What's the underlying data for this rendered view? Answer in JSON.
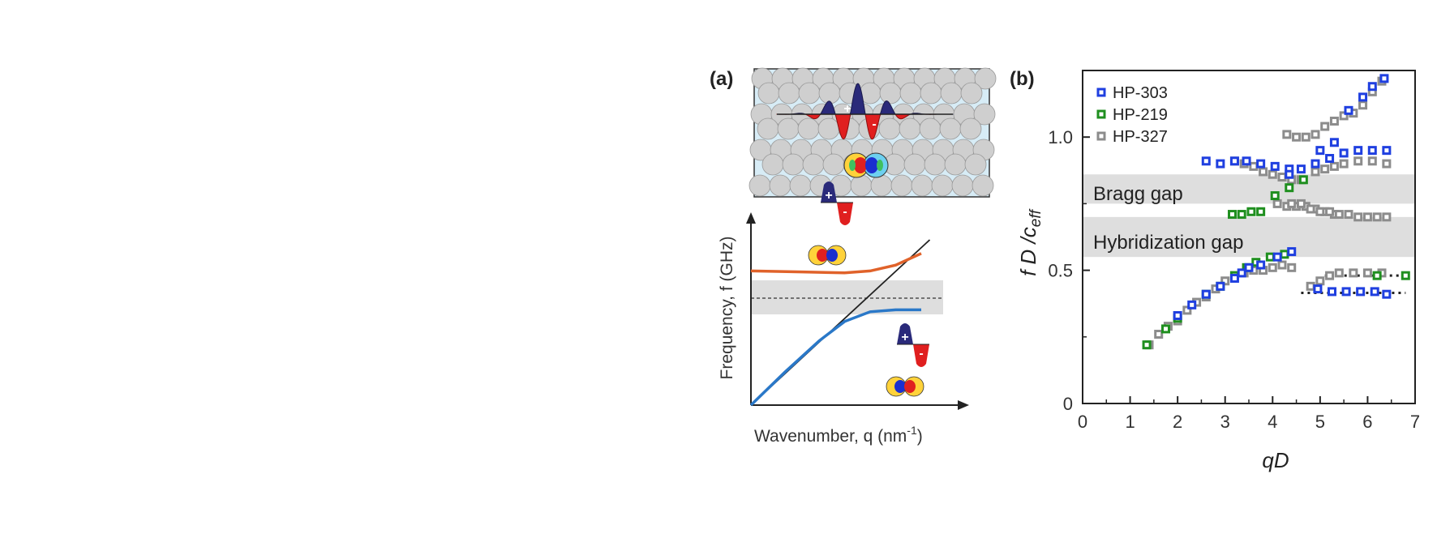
{
  "panel_a": {
    "label": "(a)",
    "ylabel": "Frequency, f (GHz)",
    "xlabel": "Wavenumber, q (nm",
    "xlabel_sup": "-1",
    "xlabel_end": ")",
    "signs": {
      "plus": "+",
      "minus": "-"
    }
  },
  "panel_b": {
    "label": "(b)",
    "bragg_gap_label": "Bragg gap",
    "hybridization_gap_label": "Hybridization gap"
  },
  "colors": {
    "hp303": "#1f3fe0",
    "hp219": "#1f8f1f",
    "hp327": "#8c8c8c",
    "gap_band": "#dedede",
    "upper_branch": "#e0622a",
    "lower_branch": "#2a78c8",
    "light_line": "#222222",
    "wave_positive": "#2a2a7a",
    "wave_negative": "#e01f1f",
    "particle_fill": "#cfcfcf",
    "matrix_fill": "#d7ecf6"
  },
  "chart_data": [
    {
      "type": "line",
      "panel": "(a)",
      "xlabel": "Wavenumber, q (nm-1)",
      "ylabel": "Frequency, f (GHz)",
      "ticks": false,
      "series": [
        {
          "x": [
            0,
            0.2,
            0.4,
            0.55,
            0.7,
            0.85,
            1.0
          ],
          "y": [
            0,
            0.17,
            0.33,
            0.43,
            0.48,
            0.49,
            0.49
          ]
        },
        {
          "x": [
            0,
            0.3,
            0.55,
            0.7,
            0.85,
            1.0
          ],
          "y": [
            0.69,
            0.685,
            0.68,
            0.69,
            0.72,
            0.78
          ]
        },
        {
          "x": [
            0,
            1.05
          ],
          "y": [
            0,
            0.85
          ]
        }
      ],
      "gap_band": [
        0.49,
        0.67
      ],
      "gap_midline": 0.585
    },
    {
      "type": "scatter",
      "panel": "(b)",
      "xlabel": "qD",
      "ylabel": "f D /c_eff",
      "xlim": [
        0,
        7
      ],
      "ylim": [
        0,
        1.25
      ],
      "xticks": [
        0,
        1,
        2,
        3,
        4,
        5,
        6,
        7
      ],
      "yticks": [
        0,
        0.5,
        1.0
      ],
      "ytick_labels": [
        "0",
        "0.5",
        "1.0"
      ],
      "legend_position": "top-left",
      "bands": [
        {
          "name": "Bragg gap",
          "ymin": 0.75,
          "ymax": 0.86
        },
        {
          "name": "Hybridization gap",
          "ymin": 0.55,
          "ymax": 0.7
        }
      ],
      "dotted_lines": [
        {
          "x": [
            4.6,
            6.8
          ],
          "y": 0.415
        },
        {
          "x": [
            5.1,
            6.8
          ],
          "y": 0.48
        }
      ],
      "series": [
        {
          "name": "HP-303",
          "x": [
            2.0,
            2.3,
            2.6,
            2.9,
            3.2,
            3.35,
            3.5,
            3.75,
            4.1,
            4.4,
            2.6,
            2.9,
            3.2,
            3.45,
            3.75,
            4.05,
            4.35,
            4.35,
            4.6,
            4.9,
            5.2,
            5.5,
            5.8,
            6.1,
            6.4,
            4.95,
            5.25,
            5.55,
            5.85,
            6.15,
            6.4,
            5.0,
            5.3,
            5.6,
            5.9,
            6.1,
            6.35
          ],
          "y": [
            0.33,
            0.37,
            0.41,
            0.44,
            0.47,
            0.49,
            0.51,
            0.52,
            0.55,
            0.57,
            0.91,
            0.9,
            0.91,
            0.91,
            0.9,
            0.89,
            0.88,
            0.86,
            0.88,
            0.9,
            0.92,
            0.94,
            0.95,
            0.95,
            0.95,
            0.43,
            0.42,
            0.42,
            0.42,
            0.42,
            0.41,
            0.95,
            0.98,
            1.1,
            1.15,
            1.19,
            1.22
          ],
          "note_x_axis_units": "qD"
        },
        {
          "name": "HP-219",
          "x": [
            1.35,
            1.75,
            2.0,
            2.6,
            2.9,
            3.2,
            3.45,
            3.65,
            3.95,
            4.25,
            3.15,
            3.35,
            3.55,
            3.75,
            4.05,
            4.35,
            4.65,
            6.2,
            6.8
          ],
          "y": [
            0.22,
            0.28,
            0.32,
            0.41,
            0.44,
            0.48,
            0.51,
            0.53,
            0.55,
            0.56,
            0.71,
            0.71,
            0.72,
            0.72,
            0.78,
            0.81,
            0.84,
            0.48,
            0.48
          ]
        },
        {
          "name": "HP-327",
          "x": [
            1.4,
            1.6,
            1.8,
            2.0,
            2.2,
            2.4,
            2.6,
            2.8,
            3.0,
            3.2,
            3.4,
            3.6,
            3.8,
            4.0,
            4.2,
            4.4,
            3.2,
            3.4,
            3.6,
            3.8,
            4.0,
            4.2,
            4.4,
            4.6,
            4.1,
            4.3,
            4.5,
            4.7,
            4.9,
            5.1,
            5.3,
            4.3,
            4.5,
            4.7,
            4.9,
            5.1,
            5.3,
            5.5,
            5.7,
            5.9,
            6.1,
            6.3,
            4.9,
            5.1,
            5.3,
            5.5,
            5.8,
            6.1,
            6.4,
            4.8,
            5.0,
            5.2,
            5.4,
            5.7,
            6.0,
            6.3,
            4.4,
            4.6,
            4.8,
            5.0,
            5.2,
            5.4,
            5.6,
            5.8,
            6.0,
            6.2,
            6.4
          ],
          "y": [
            0.22,
            0.26,
            0.29,
            0.31,
            0.35,
            0.38,
            0.4,
            0.43,
            0.46,
            0.48,
            0.49,
            0.5,
            0.5,
            0.51,
            0.52,
            0.51,
            0.91,
            0.9,
            0.89,
            0.87,
            0.86,
            0.85,
            0.84,
            0.84,
            0.75,
            0.74,
            0.74,
            0.74,
            0.73,
            0.72,
            0.71,
            1.01,
            1.0,
            1.0,
            1.01,
            1.04,
            1.06,
            1.08,
            1.09,
            1.12,
            1.17,
            1.21,
            0.87,
            0.88,
            0.89,
            0.9,
            0.91,
            0.91,
            0.9,
            0.44,
            0.46,
            0.48,
            0.49,
            0.49,
            0.49,
            0.49,
            0.75,
            0.75,
            0.73,
            0.72,
            0.72,
            0.71,
            0.71,
            0.7,
            0.7,
            0.7,
            0.7
          ]
        }
      ]
    }
  ]
}
